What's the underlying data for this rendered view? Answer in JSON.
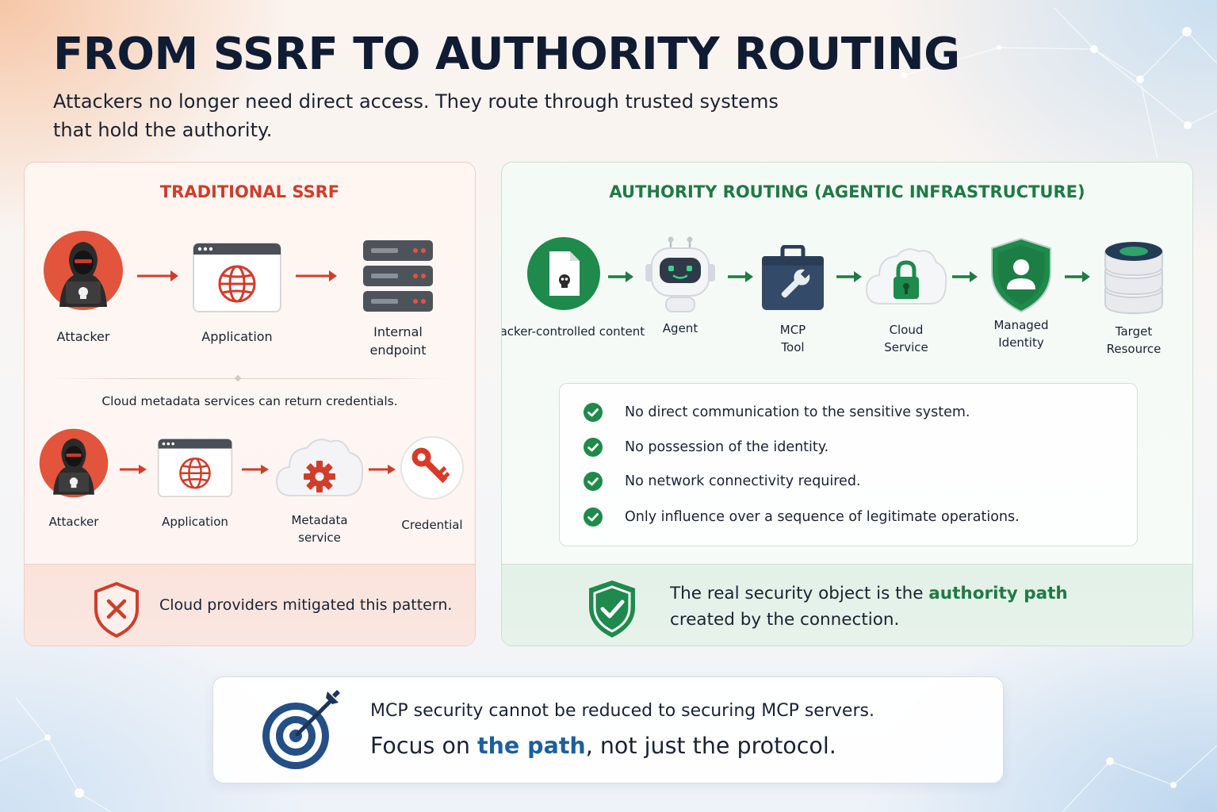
{
  "title": "FROM SSRF TO AUTHORITY ROUTING",
  "subtitle": "Attackers no longer need direct access. They route through trusted systems that hold the authority.",
  "traditional": {
    "heading": "TRADITIONAL SSRF",
    "flow1": [
      {
        "label": "Attacker",
        "icon": "hooded-hacker-icon"
      },
      {
        "label": "Application",
        "icon": "browser-globe-icon"
      },
      {
        "label": "Internal endpoint",
        "icon": "server-rack-icon"
      }
    ],
    "note": "Cloud metadata services can return credentials.",
    "flow2": [
      {
        "label": "Attacker",
        "icon": "hooded-hacker-icon"
      },
      {
        "label": "Application",
        "icon": "browser-globe-icon"
      },
      {
        "label": "Metadata service",
        "icon": "cloud-gear-icon"
      },
      {
        "label": "Credential",
        "icon": "key-icon"
      }
    ],
    "footer": "Cloud providers mitigated this pattern.",
    "accent": "#d03d2b"
  },
  "authority": {
    "heading": "AUTHORITY ROUTING (AGENTIC INFRASTRUCTURE)",
    "flow": [
      {
        "label": "Attacker-controlled content",
        "icon": "malicious-document-icon"
      },
      {
        "label": "Agent",
        "icon": "robot-icon"
      },
      {
        "label": "MCP Tool",
        "icon": "toolbox-wrench-icon"
      },
      {
        "label": "Cloud Service",
        "icon": "cloud-lock-icon"
      },
      {
        "label": "Managed Identity",
        "icon": "shield-user-icon"
      },
      {
        "label": "Target Resource",
        "icon": "database-icon"
      }
    ],
    "checks": [
      "No direct communication to the sensitive system.",
      "No possession of the identity.",
      "No network connectivity required.",
      "Only influence over a sequence of legitimate operations."
    ],
    "footer_prefix": "The real security object is the ",
    "footer_emphasis": "authority path",
    "footer_suffix": " created by the connection.",
    "accent": "#1f7a43"
  },
  "bottom": {
    "line1": "MCP security cannot be reduced to securing MCP servers.",
    "line2_prefix": "Focus on ",
    "line2_emphasis": "the path",
    "line2_suffix": ", not just the protocol.",
    "icon": "target-arrow-icon",
    "accent": "#1c5fa0"
  }
}
